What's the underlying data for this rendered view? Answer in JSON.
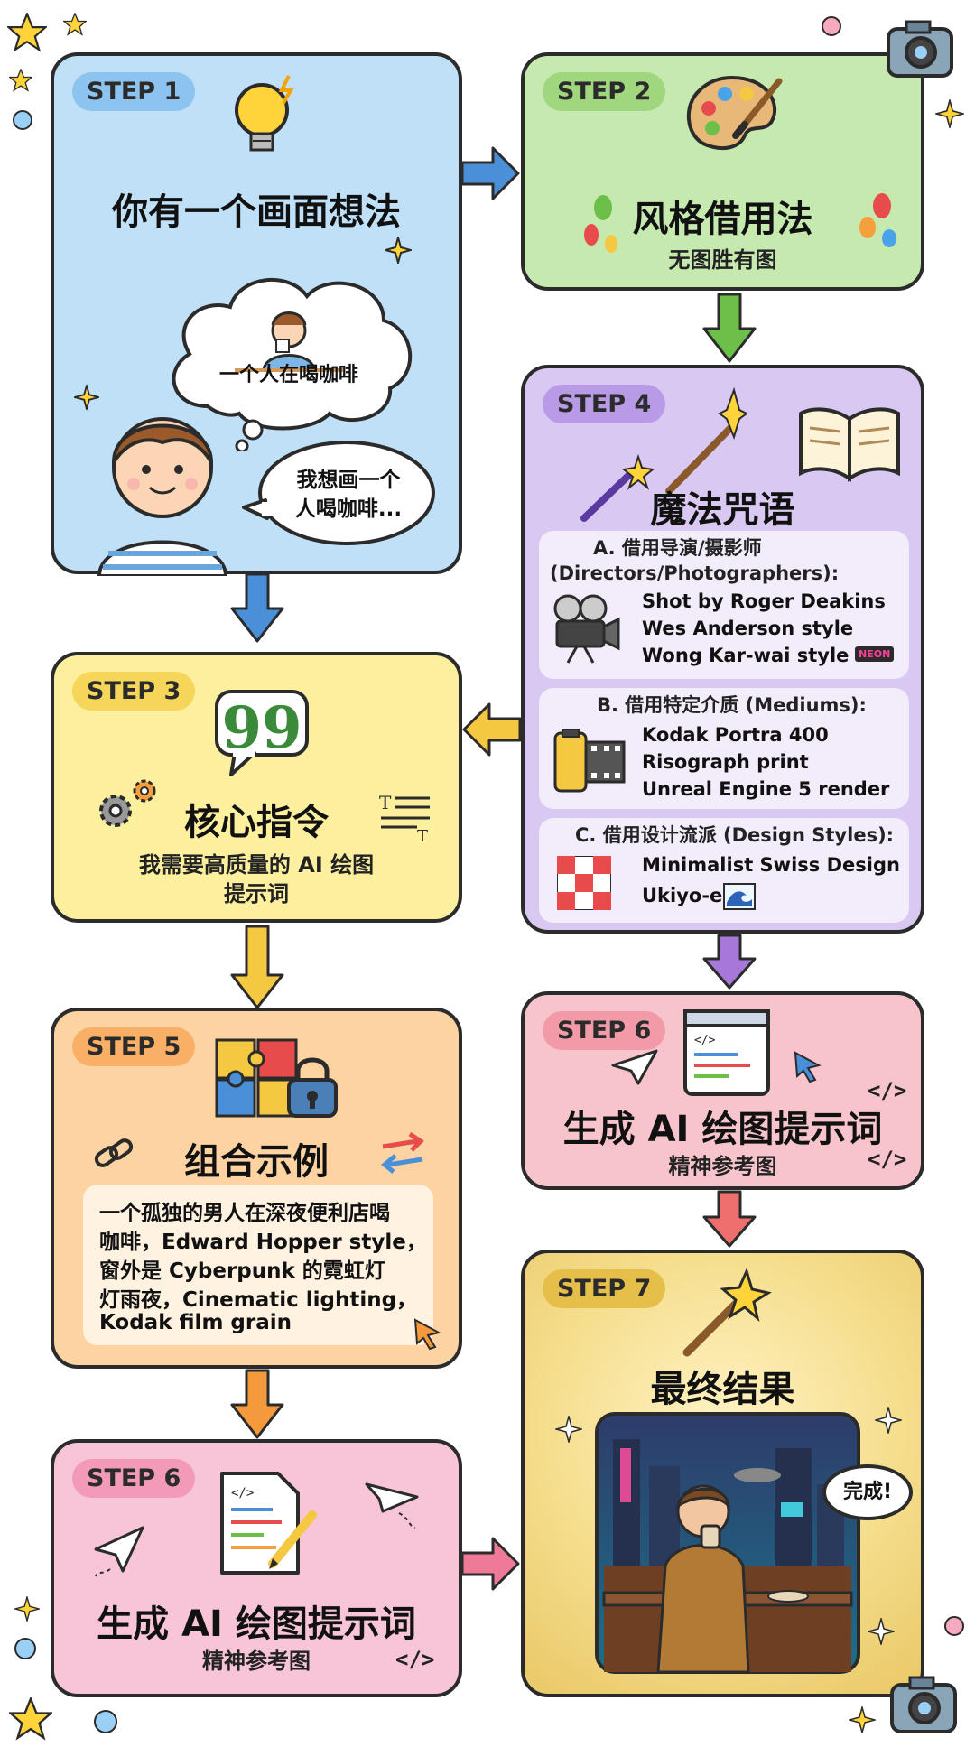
{
  "steps": {
    "s1": {
      "badge": "STEP 1",
      "title": "你有一个画面想法",
      "thought": "一个人在喝咖啡",
      "speech": [
        "我想画一个",
        "人喝咖啡..."
      ]
    },
    "s2": {
      "badge": "STEP 2",
      "title": "风格借用法",
      "subtitle": "无图胜有图"
    },
    "s3": {
      "badge": "STEP 3",
      "title": "核心指令",
      "subtitle": [
        "我需要高质量的 AI 绘图",
        "提示词"
      ]
    },
    "s4": {
      "badge": "STEP 4",
      "title": "魔法咒语",
      "groups": [
        {
          "heading": [
            "A. 借用导演/摄影师",
            "(Directors/Photographers):"
          ],
          "items": [
            "Shot by Roger Deakins",
            "Wes Anderson style",
            "Wong Kar-wai style"
          ],
          "tag": "NEON"
        },
        {
          "heading": [
            "B. 借用特定介质 (Mediums):"
          ],
          "items": [
            "Kodak Portra 400",
            "Risograph print",
            "Unreal Engine 5 render"
          ]
        },
        {
          "heading": [
            "C. 借用设计流派 (Design Styles):"
          ],
          "items": [
            "Minimalist Swiss Design",
            "Ukiyo-e"
          ]
        }
      ]
    },
    "s5": {
      "badge": "STEP 5",
      "title": "组合示例",
      "example": [
        "一个孤独的男人在深夜便利店喝",
        "咖啡，Edward Hopper style，",
        "窗外是 Cyberpunk 的霓虹灯",
        "灯雨夜，Cinematic lighting，",
        "Kodak film grain"
      ]
    },
    "s6a": {
      "badge": "STEP 6",
      "title": "生成 AI 绘图提示词",
      "subtitle": "精神参考图",
      "code": "</>"
    },
    "s6b": {
      "badge": "STEP 6",
      "title": "生成 AI 绘图提示词",
      "subtitle": "精神参考图",
      "code": "</>"
    },
    "s7": {
      "badge": "STEP 7",
      "title": "最终结果",
      "bubble": "完成!"
    }
  },
  "colors": {
    "blue": "#bfe0f7",
    "green": "#c6e9b0",
    "yellow": "#fcef9e",
    "purple": "#d9c8f2",
    "orange": "#fdd3a2",
    "pink": "#f8c4cc",
    "gold": "#f5dd8c",
    "arrow_blue": "#4a90d9",
    "arrow_green": "#6cc04a",
    "arrow_yellow": "#f5c842",
    "arrow_purple": "#a878d8",
    "arrow_orange": "#f59a3c",
    "arrow_red": "#ef6e6e",
    "arrow_pink": "#ee7a98"
  },
  "icons": [
    "lightbulb-icon",
    "palette-icon",
    "quote-icon",
    "magic-wand-icon",
    "book-icon",
    "film-camera-icon",
    "film-roll-icon",
    "grid-icon",
    "puzzle-icon",
    "lock-icon",
    "code-window-icon",
    "paper-plane-icon",
    "cursor-icon",
    "camera-icon",
    "star-icon"
  ]
}
